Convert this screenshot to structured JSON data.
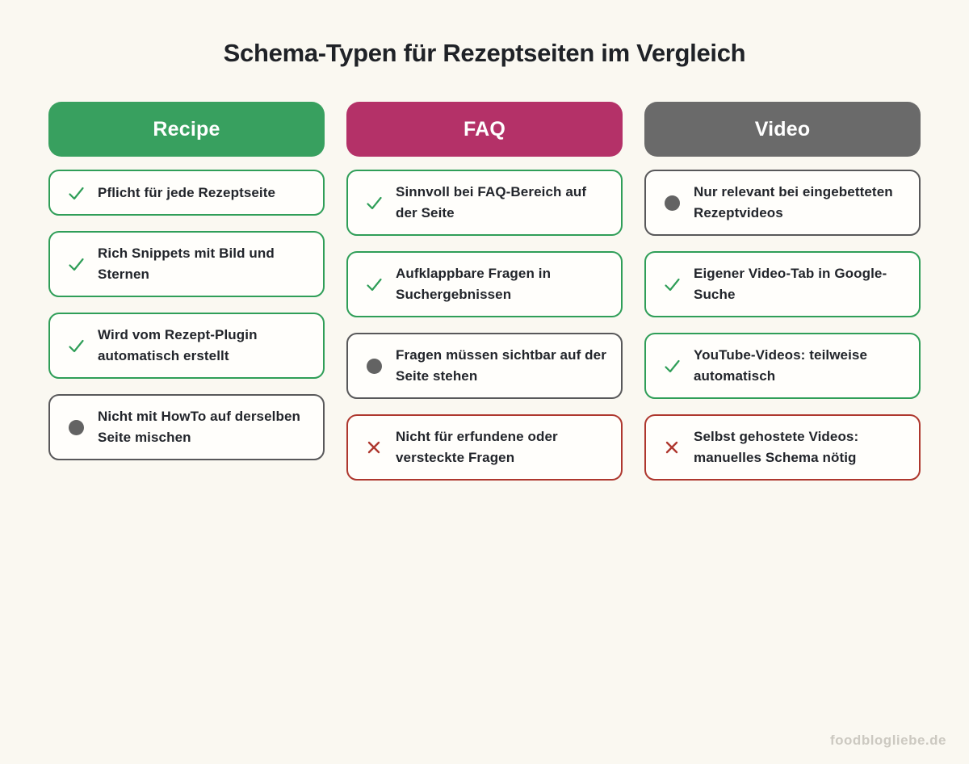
{
  "page": {
    "title": "Schema-Typen für Rezeptseiten im Vergleich",
    "watermark": "foodblogliebe.de",
    "background_color": "#faf8f1"
  },
  "status_colors": {
    "check": "#2f9e58",
    "dot": "#58585a",
    "x": "#ae372e"
  },
  "columns": [
    {
      "header": "Recipe",
      "header_color": "#38a05f",
      "items": [
        {
          "icon": "check-icon",
          "text": "Pflicht für jede Rezeptseite"
        },
        {
          "icon": "check-icon",
          "text": "Rich Snippets mit Bild und Sternen"
        },
        {
          "icon": "check-icon",
          "text": "Wird vom Rezept-Plugin automatisch erstellt"
        },
        {
          "icon": "dot-icon",
          "text": "Nicht mit HowTo auf derselben Seite mischen"
        }
      ]
    },
    {
      "header": "FAQ",
      "header_color": "#b43168",
      "items": [
        {
          "icon": "check-icon",
          "text": "Sinnvoll bei FAQ-Bereich auf der Seite"
        },
        {
          "icon": "check-icon",
          "text": "Aufklappbare Fragen in Suchergebnissen"
        },
        {
          "icon": "dot-icon",
          "text": "Fragen müssen sichtbar auf der Seite stehen"
        },
        {
          "icon": "x-icon",
          "text": "Nicht für erfundene oder versteckte Fragen"
        }
      ]
    },
    {
      "header": "Video",
      "header_color": "#6a6a6a",
      "items": [
        {
          "icon": "dot-icon",
          "text": "Nur relevant bei eingebetteten Rezeptvideos"
        },
        {
          "icon": "check-icon",
          "text": "Eigener Video-Tab in Google-Suche"
        },
        {
          "icon": "check-icon",
          "text": "YouTube-Videos: teilweise automatisch"
        },
        {
          "icon": "x-icon",
          "text": "Selbst gehostete Videos: manuelles Schema nötig"
        }
      ]
    }
  ]
}
